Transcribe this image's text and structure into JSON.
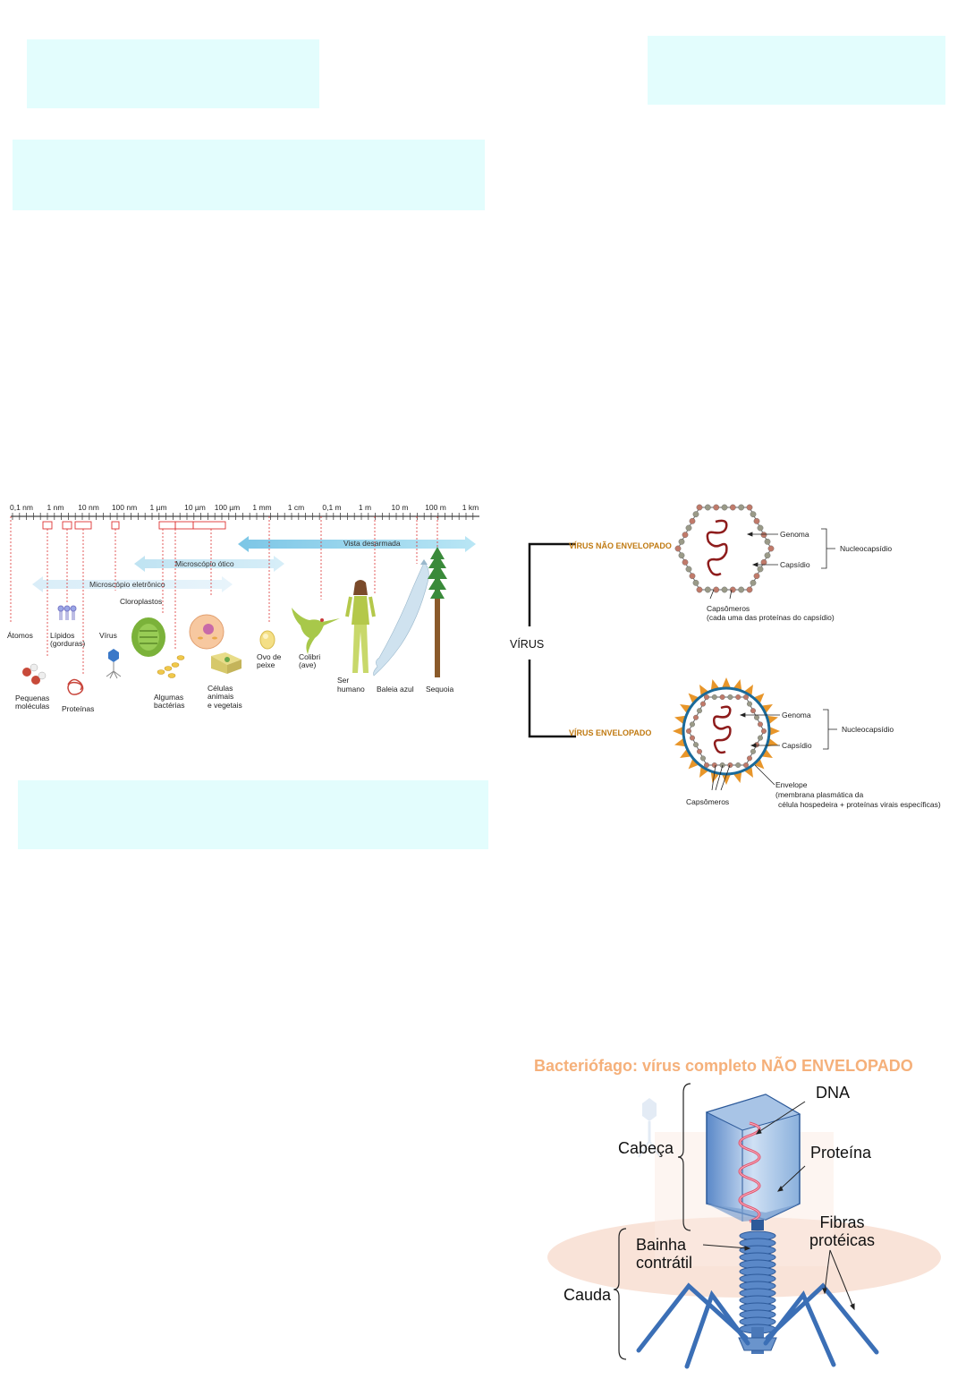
{
  "scale": {
    "ticks": [
      "0,1 nm",
      "1 nm",
      "10 nm",
      "100 nm",
      "1 µm",
      "10 µm",
      "100 µm",
      "1 mm",
      "1 cm",
      "0,1 m",
      "1 m",
      "10 m",
      "100 m",
      "1 km"
    ],
    "ranges": {
      "naked": "Vista desarmada",
      "optical": "Microscópio ótico",
      "electron": "Microscópio eletrônico"
    },
    "items": {
      "atomos": "Átomos",
      "lipidos1": "Lípidos",
      "lipidos2": "(gorduras)",
      "virus": "Vírus",
      "cloroplastos": "Cloroplastos",
      "pequenas1": "Pequenas",
      "pequenas2": "moléculas",
      "proteinas": "Proteínas",
      "algumas1": "Algumas",
      "algumas2": "bactérias",
      "celulas1": "Células",
      "celulas2": "animais",
      "celulas3": "e vegetais",
      "ovo1": "Ovo de",
      "ovo2": "peixe",
      "colibri1": "Colibri",
      "colibri2": "(ave)",
      "ser1": "Ser",
      "ser2": "humano",
      "baleia": "Baleia azul",
      "sequoia": "Sequoia"
    }
  },
  "virus_types": {
    "root": "VÍRUS",
    "non_env": "VÍRUS NÃO ENVELOPADO",
    "env": "VÍRUS ENVELOPADO",
    "genoma": "Genoma",
    "capsidio": "Capsídio",
    "nucleocapsidio": "Nucleocapsídio",
    "capsomeros": "Capsômeros",
    "capsomeros_note": "(cada uma das proteínas do capsídio)",
    "envelope": "Envelope",
    "envelope_note1": "(membrana plasmática da",
    "envelope_note2": "célula hospedeira + proteínas virais específicas)"
  },
  "phage": {
    "title": "Bacteriófago: vírus completo NÃO ENVELOPADO",
    "dna": "DNA",
    "cabeca": "Cabeça",
    "proteina": "Proteína",
    "fibras1": "Fibras",
    "fibras2": "protéicas",
    "bainha1": "Bainha",
    "bainha2": "contrátil",
    "cauda": "Cauda"
  },
  "colors": {
    "box_bg": "#e3fdfd",
    "orange_label": "#c07a12",
    "title_orange": "#f5b07a",
    "phage_blue": "#3b6fb6"
  }
}
